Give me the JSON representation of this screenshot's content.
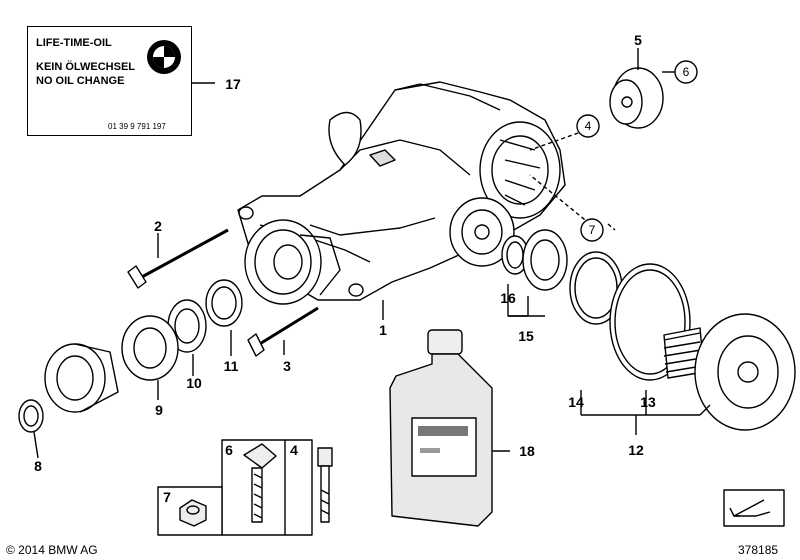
{
  "label": {
    "title": "LIFE-TIME-OIL",
    "line1": "KEIN ÖLWECHSEL",
    "line2": "NO OIL CHANGE",
    "part_number": "01 39 9 791 197"
  },
  "callouts": {
    "n1": "1",
    "n2": "2",
    "n3": "3",
    "n4": "4",
    "n5": "5",
    "n6": "6",
    "n7": "7",
    "n8": "8",
    "n9": "9",
    "n10": "10",
    "n11": "11",
    "n12": "12",
    "n13": "13",
    "n14": "14",
    "n15": "15",
    "n16": "16",
    "n17": "17",
    "n18": "18",
    "box6": "6",
    "box4": "4",
    "box7": "7"
  },
  "footer": {
    "copyright": "© 2014 BMW AG",
    "image_id": "378185"
  },
  "colors": {
    "line": "#000000",
    "part_fill": "#ffffff",
    "shade": "#e6e6e6"
  }
}
